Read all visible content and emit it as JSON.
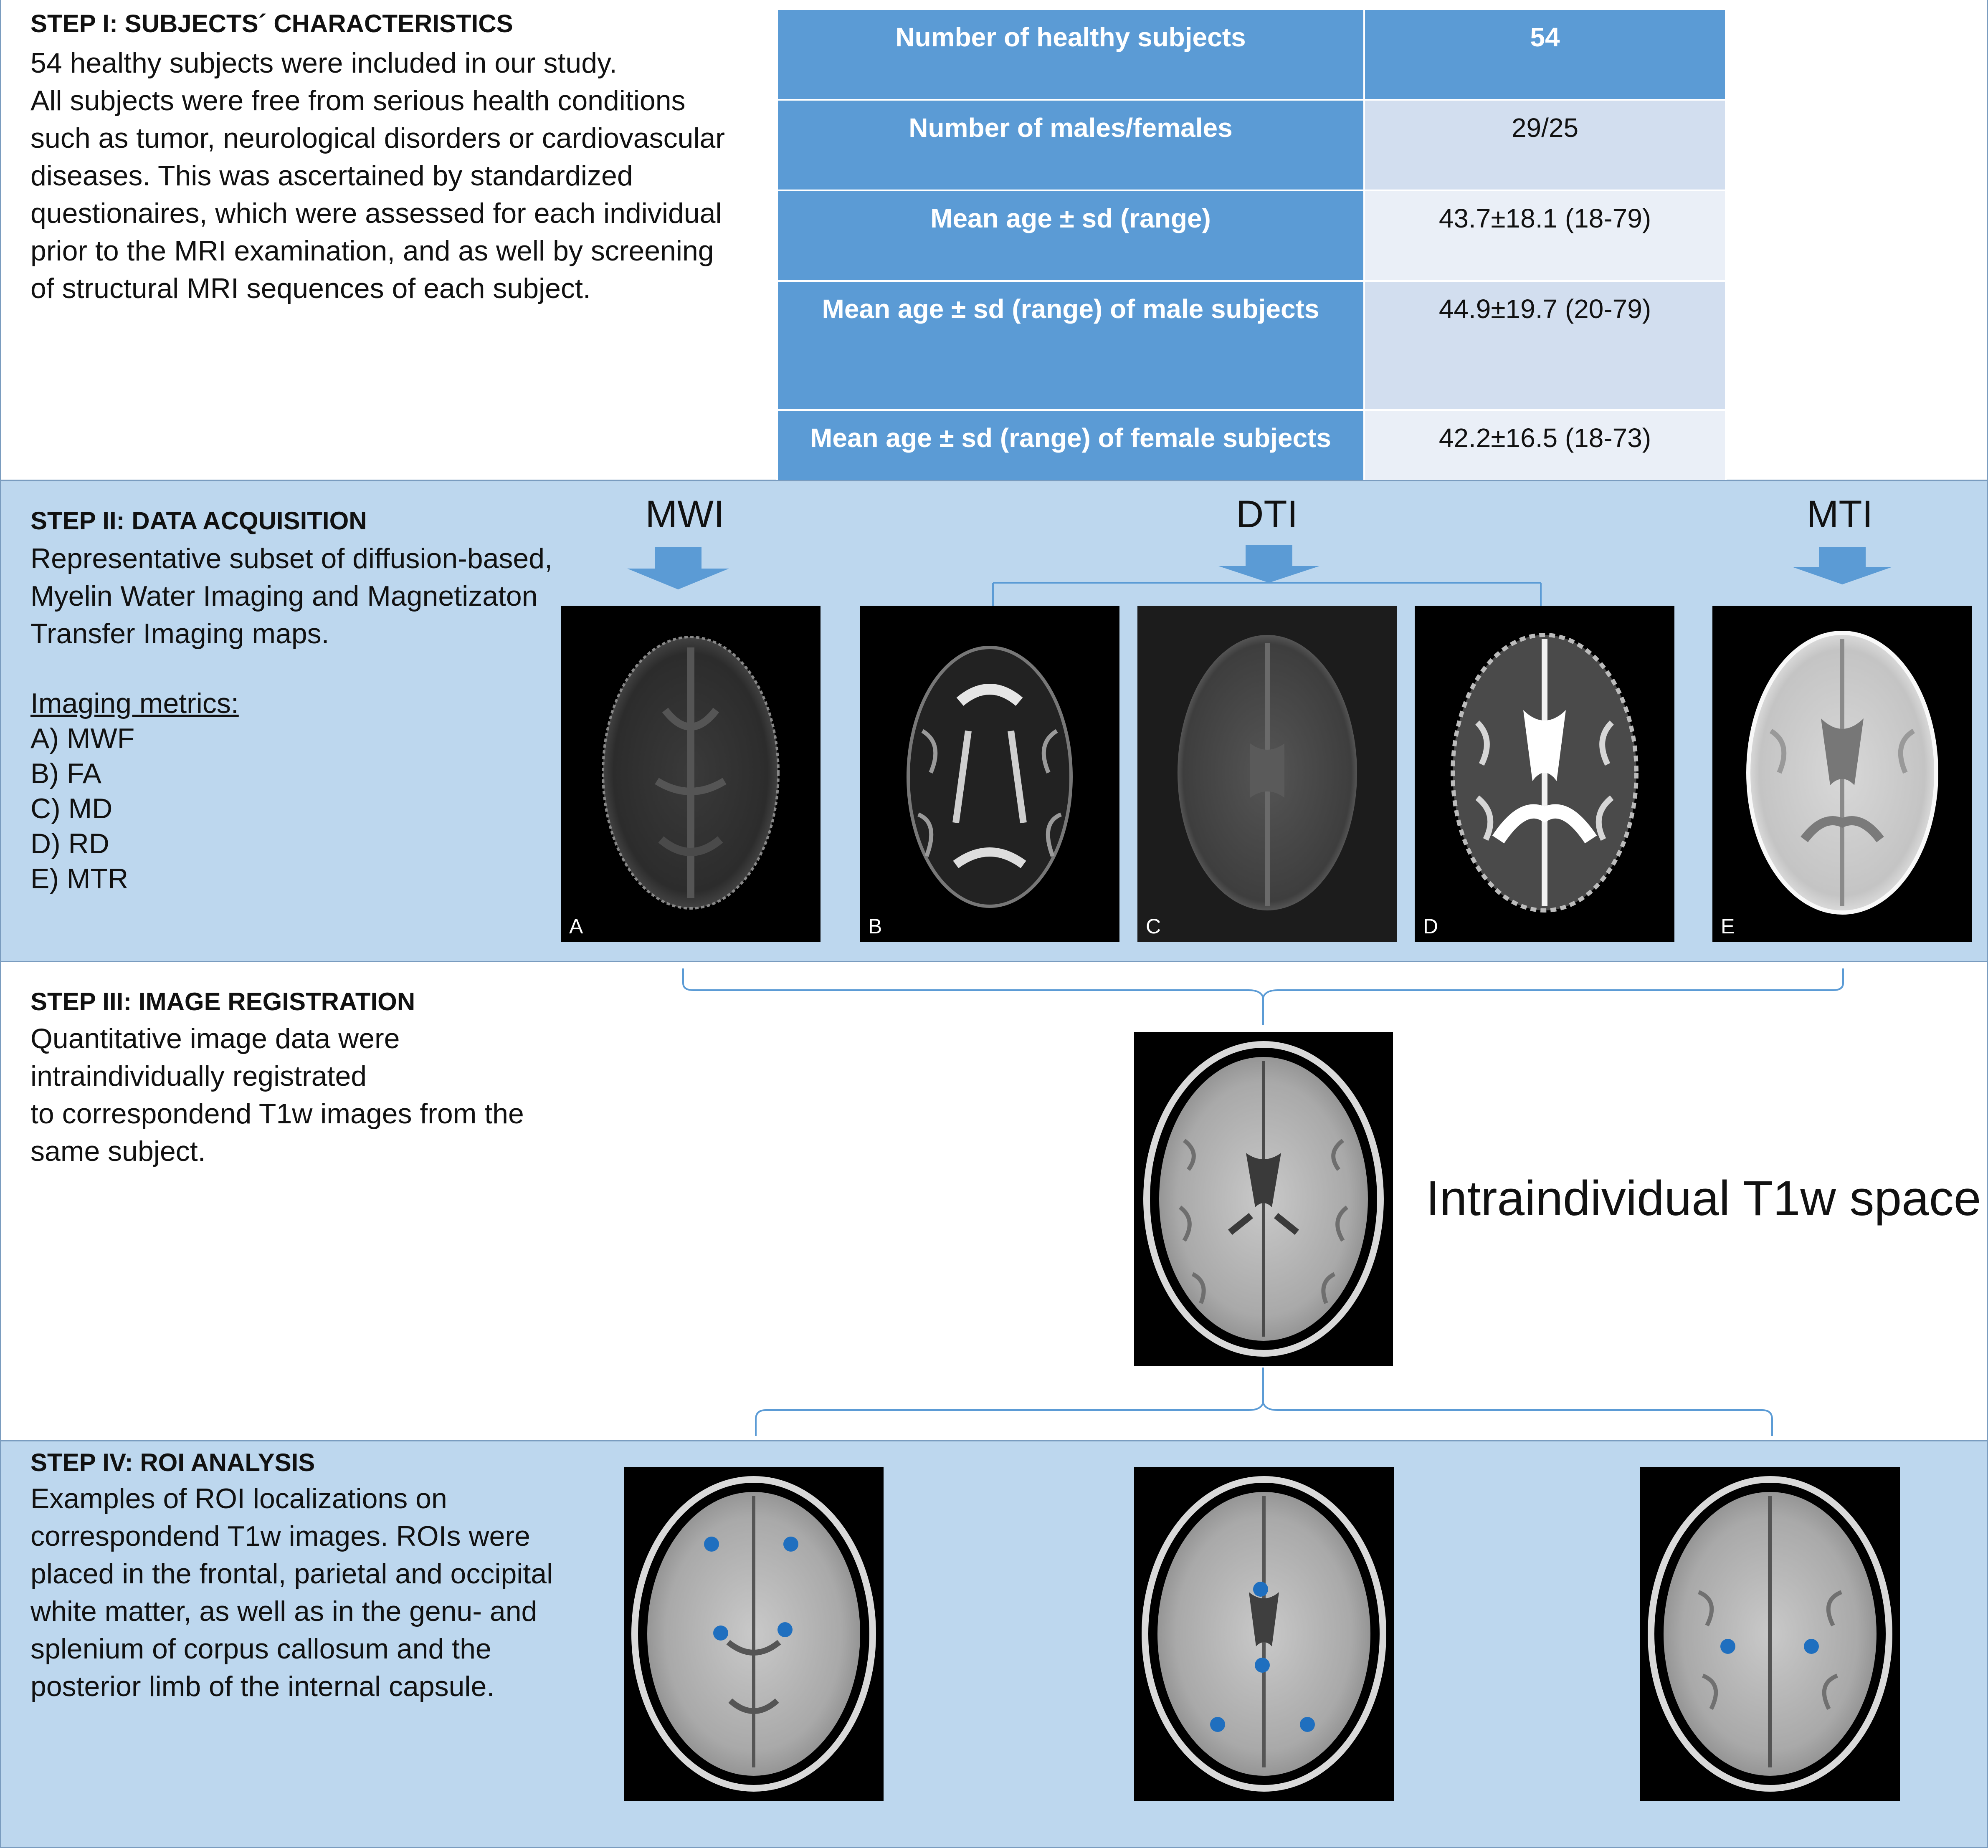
{
  "step1": {
    "heading": "STEP I: SUBJECTS´ CHARACTERISTICS",
    "lines": [
      "54 healthy subjects were included in our study.",
      "All subjects were free from serious health conditions",
      "such as tumor, neurological disorders or cardiovascular",
      "diseases. This was ascertained by standardized",
      "questionaires, which were assessed for each individual",
      "prior to the MRI examination, and as well by screening",
      "of structural MRI sequences of each subject."
    ],
    "table": [
      {
        "label": "Number of healthy subjects",
        "value": "54"
      },
      {
        "label": "Number of males/females",
        "value": "29/25"
      },
      {
        "label": "Mean age ± sd (range)",
        "value": "43.7±18.1 (18-79)"
      },
      {
        "label": "Mean age ± sd (range) of male subjects",
        "value": "44.9±19.7 (20-79)"
      },
      {
        "label": "Mean age ± sd (range) of female subjects",
        "value": "42.2±16.5 (18-73)"
      }
    ]
  },
  "step2": {
    "heading": "STEP II: DATA ACQUISITION",
    "lines": [
      "Representative subset of diffusion-based,",
      "Myelin Water Imaging and Magnetizaton",
      "Transfer Imaging maps."
    ],
    "metrics_title": "Imaging metrics:",
    "metrics": [
      "A)  MWF",
      "B)  FA",
      "C) MD",
      "D) RD",
      "E) MTR"
    ],
    "modalities": {
      "mwi": "MWI",
      "dti": "DTI",
      "mti": "MTI"
    },
    "panels": [
      "A",
      "B",
      "C",
      "D",
      "E"
    ]
  },
  "step3": {
    "heading": "STEP III: IMAGE REGISTRATION",
    "lines": [
      "Quantitative image data were",
      "intraindividually registrated",
      "to correspondend T1w images from the",
      "same subject."
    ],
    "space_label": "Intraindividual T1w space"
  },
  "step4": {
    "heading": "STEP IV: ROI ANALYSIS",
    "lines": [
      "Examples of ROI localizations on",
      "correspondend T1w images. ROIs were",
      "placed in the frontal, parietal and occipital",
      "white matter, as well as in the genu- and",
      "splenium of corpus callosum and the",
      "posterior limb of the internal capsule."
    ]
  },
  "colors": {
    "accent_blue": "#5b9bd5",
    "section_blue": "#bdd7ee",
    "roi_dot": "#1f6fbf"
  }
}
